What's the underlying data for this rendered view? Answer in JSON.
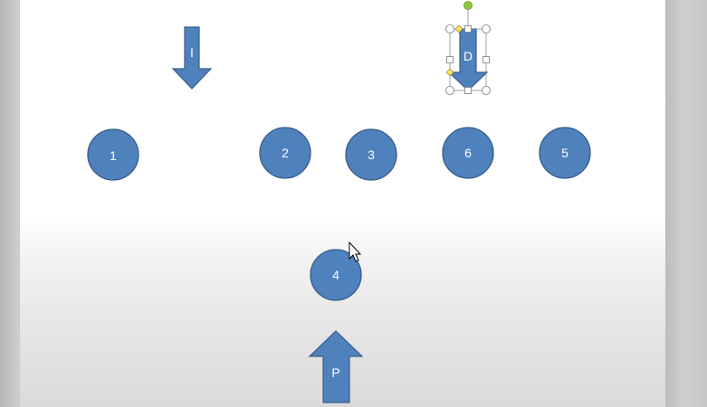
{
  "document": {
    "shapes": {
      "arrow_i": {
        "label": "I",
        "direction": "down"
      },
      "arrow_d": {
        "label": "D",
        "direction": "down",
        "selected": true
      },
      "arrow_p": {
        "label": "P",
        "direction": "up"
      },
      "circles": [
        {
          "label": "1"
        },
        {
          "label": "2"
        },
        {
          "label": "3"
        },
        {
          "label": "6"
        },
        {
          "label": "5"
        },
        {
          "label": "4"
        }
      ]
    }
  },
  "colors": {
    "shape_fill": "#4f81bd",
    "shape_stroke": "#385d8a",
    "shape_text": "#ffffff",
    "selection_handle": "#ffffff",
    "rotation_handle": "#8cc63f",
    "adjust_handle": "#f7e26b"
  }
}
